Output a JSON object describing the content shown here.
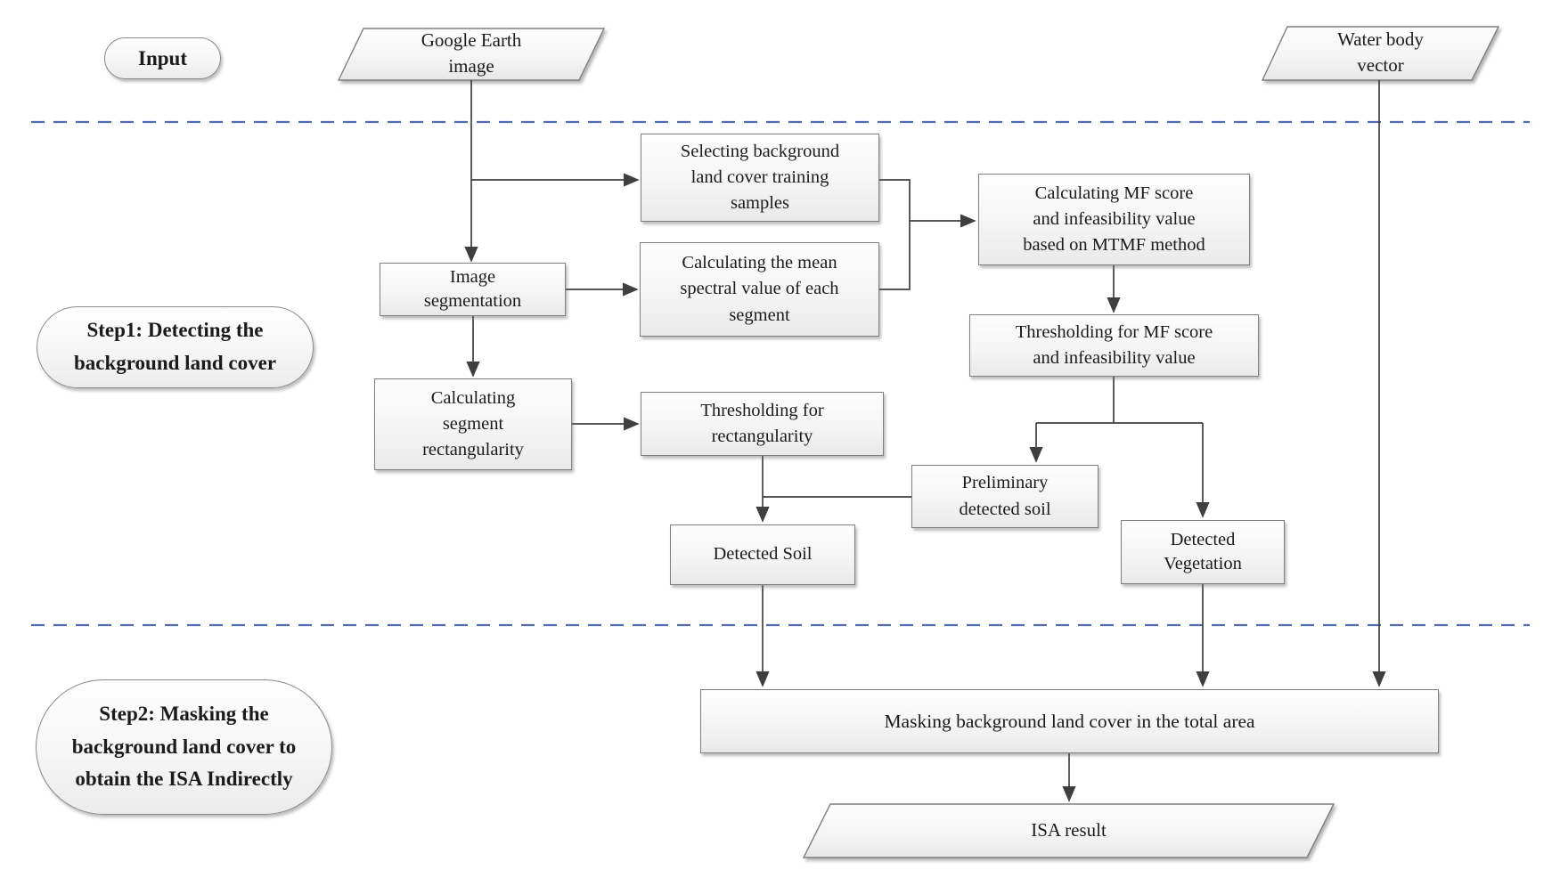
{
  "diagram": {
    "description": "Flowchart of ISA extraction methodology with two steps",
    "step_count": 2
  },
  "nodes": {
    "input": {
      "label": "Input",
      "shape": "pill"
    },
    "google_earth": {
      "label": "Google Earth\nimage",
      "shape": "parallelogram"
    },
    "water_body": {
      "label": "Water body\nvector",
      "shape": "parallelogram"
    },
    "selecting_samples": {
      "label": "Selecting background\nland cover training\nsamples",
      "shape": "rect"
    },
    "image_segmentation": {
      "label": "Image\nsegmentation",
      "shape": "rect"
    },
    "calc_mean_spectral": {
      "label": "Calculating the mean\nspectral value of each\nsegment",
      "shape": "rect"
    },
    "calc_mf": {
      "label": "Calculating MF score\nand infeasibility value\nbased on MTMF method",
      "shape": "rect"
    },
    "thresh_mf": {
      "label": "Thresholding for MF score\nand infeasibility value",
      "shape": "rect"
    },
    "step1": {
      "label": "Step1: Detecting the\nbackground land cover",
      "shape": "pill"
    },
    "calc_rectangularity": {
      "label": "Calculating\nsegment\nrectangularity",
      "shape": "rect"
    },
    "thresh_rectangularity": {
      "label": "Thresholding for\nrectangularity",
      "shape": "rect"
    },
    "prelim_soil": {
      "label": "Preliminary\ndetected soil",
      "shape": "rect"
    },
    "detected_soil": {
      "label": "Detected Soil",
      "shape": "rect"
    },
    "detected_vegetation": {
      "label": "Detected\nVegetation",
      "shape": "rect"
    },
    "step2": {
      "label": "Step2: Masking the\nbackground land cover to\nobtain the ISA Indirectly",
      "shape": "pill"
    },
    "masking": {
      "label": "Masking background land cover in the total area",
      "shape": "rect"
    },
    "isa_result": {
      "label": "ISA result",
      "shape": "parallelogram"
    }
  },
  "colors": {
    "divider_blue": "#4f6cb0",
    "connector_gray": "#3f3f3f",
    "node_border": "#7f7f7f",
    "node_fill_top": "#fdfdfd",
    "node_fill_bottom": "#e7e7e7",
    "text": "#1b1b1b"
  }
}
